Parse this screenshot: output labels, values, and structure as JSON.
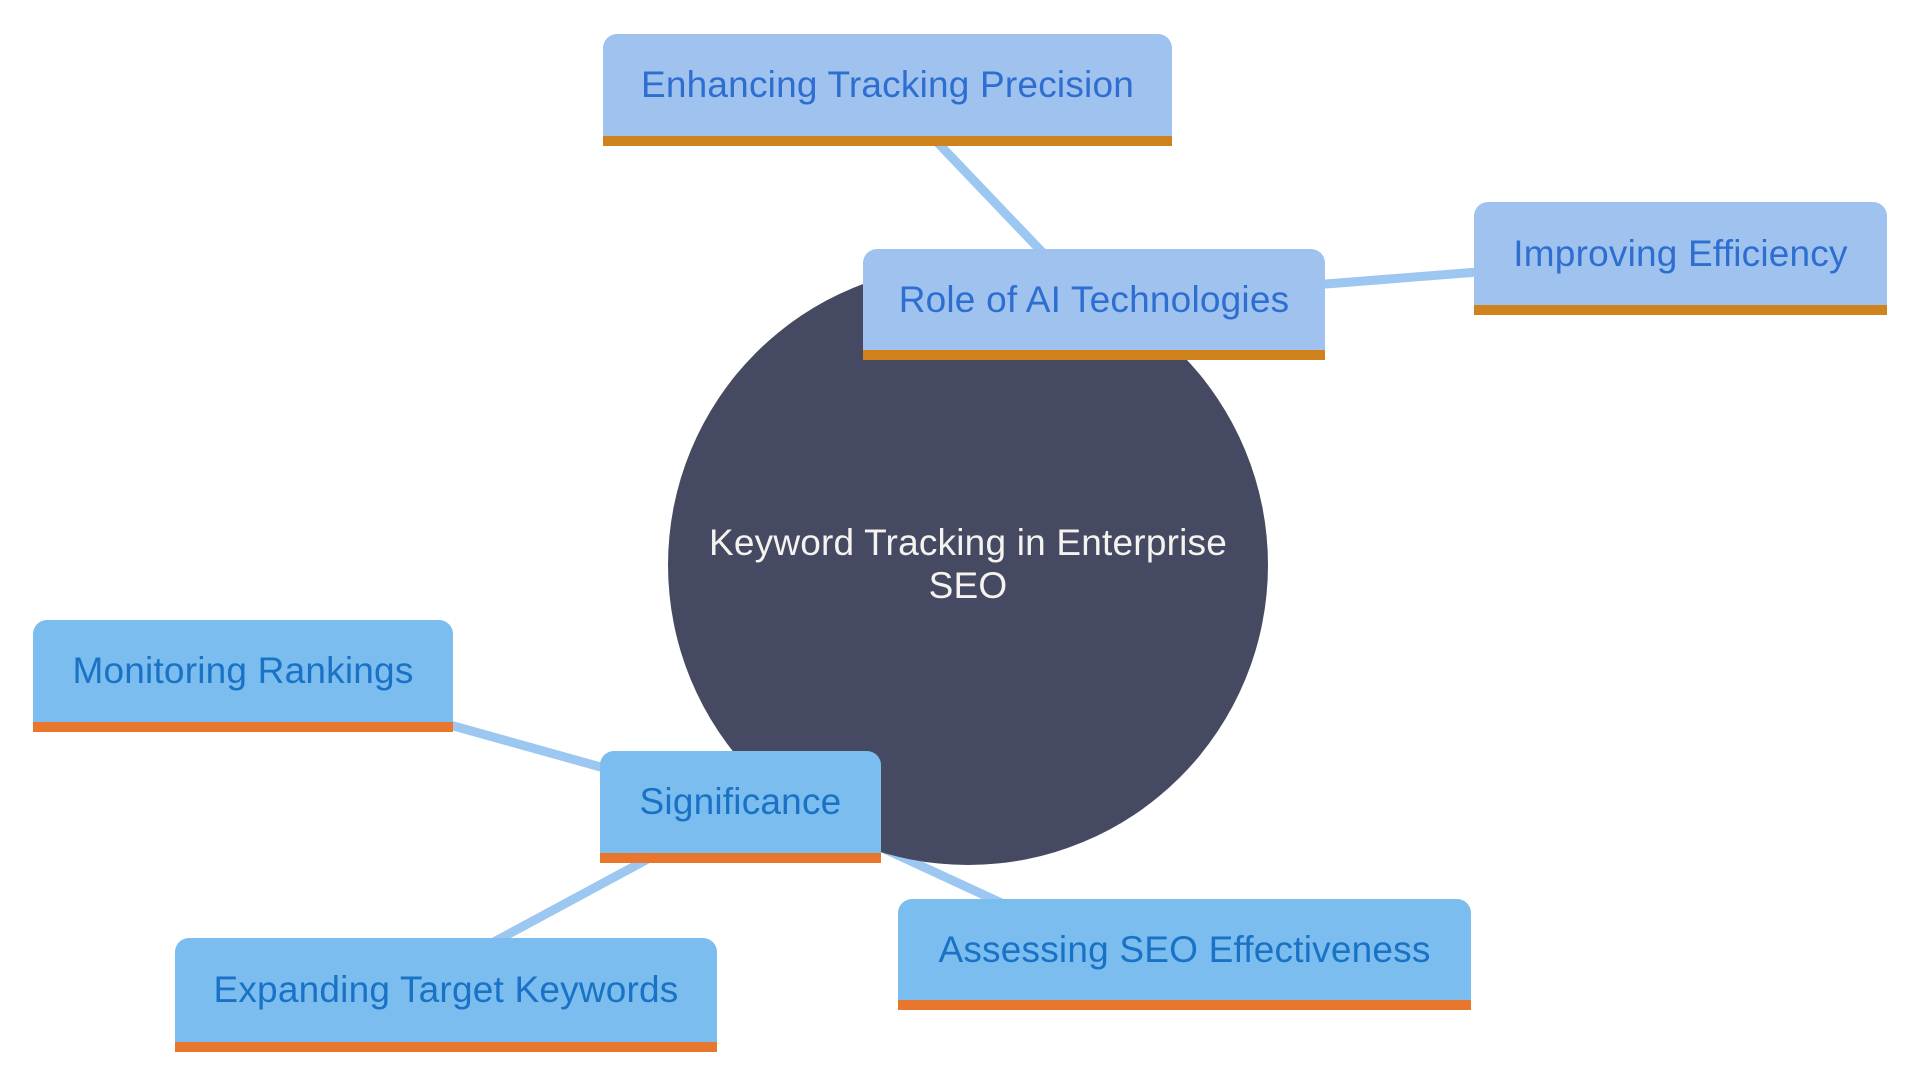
{
  "diagram": {
    "type": "mindmap",
    "background": "#ffffff",
    "connector_color": "#9cc7f1",
    "center": {
      "label": "Keyword Tracking in Enterprise SEO",
      "label_lines": [
        "Keyword Tracking in Enterprise",
        "SEO"
      ],
      "fill": "#454a62",
      "text_color": "#f5f3ef"
    },
    "branches": [
      {
        "name": "ai-technologies",
        "fill": "#9fc3ee",
        "underline_color": "#d0831d",
        "text_color": "#2d6ed0"
      },
      {
        "name": "significance",
        "fill": "#7abdee",
        "underline_color": "#e8772d",
        "text_color": "#1a72c6"
      }
    ],
    "nodes": [
      {
        "id": "enhancing-tracking-precision",
        "label": "Enhancing Tracking Precision",
        "branch": "ai-technologies"
      },
      {
        "id": "role-of-ai-technologies",
        "label": "Role of AI Technologies",
        "branch": "ai-technologies"
      },
      {
        "id": "improving-efficiency",
        "label": "Improving Efficiency",
        "branch": "ai-technologies"
      },
      {
        "id": "monitoring-rankings",
        "label": "Monitoring Rankings",
        "branch": "significance"
      },
      {
        "id": "significance",
        "label": "Significance",
        "branch": "significance"
      },
      {
        "id": "expanding-target-keywords",
        "label": "Expanding Target Keywords",
        "branch": "significance"
      },
      {
        "id": "assessing-seo-effectiveness",
        "label": "Assessing SEO Effectiveness",
        "branch": "significance"
      }
    ],
    "edges": [
      {
        "from": "enhancing-tracking-precision",
        "to": "role-of-ai-technologies"
      },
      {
        "from": "role-of-ai-technologies",
        "to": "improving-efficiency"
      },
      {
        "from": "monitoring-rankings",
        "to": "significance"
      },
      {
        "from": "significance",
        "to": "expanding-target-keywords"
      },
      {
        "from": "significance",
        "to": "assessing-seo-effectiveness"
      }
    ]
  }
}
